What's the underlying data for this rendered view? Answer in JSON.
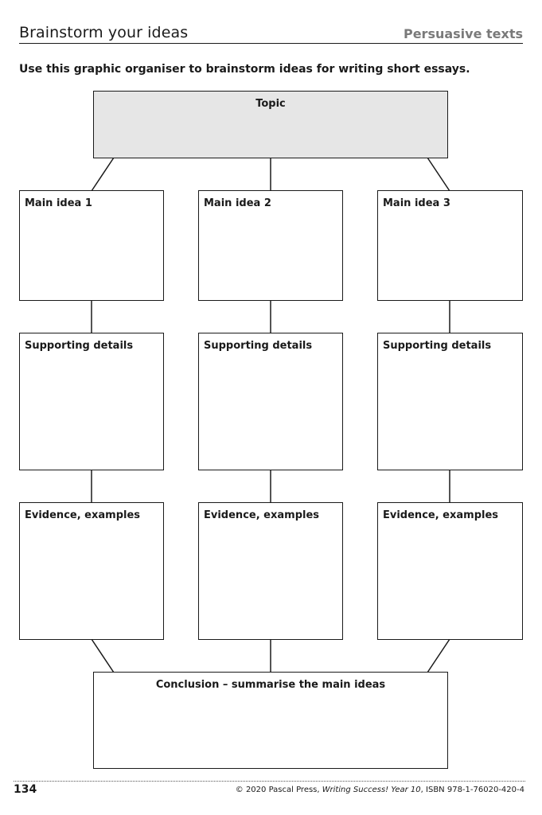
{
  "header": {
    "title": "Brainstorm your ideas",
    "section": "Persuasive texts"
  },
  "instruction": "Use this graphic organiser to brainstorm ideas for writing short essays.",
  "organiser": {
    "topic_label": "Topic",
    "columns": [
      {
        "main_idea": "Main idea 1",
        "supporting": "Supporting details",
        "evidence": "Evidence, examples"
      },
      {
        "main_idea": "Main idea 2",
        "supporting": "Supporting details",
        "evidence": "Evidence, examples"
      },
      {
        "main_idea": "Main idea 3",
        "supporting": "Supporting details",
        "evidence": "Evidence, examples"
      }
    ],
    "conclusion_label": "Conclusion – summarise the main ideas"
  },
  "footer": {
    "page_number": "134",
    "copyright": "© 2020 Pascal Press, ",
    "book_title": "Writing Success! Year 10",
    "isbn": ", ISBN 978-1-76020-420-4"
  }
}
